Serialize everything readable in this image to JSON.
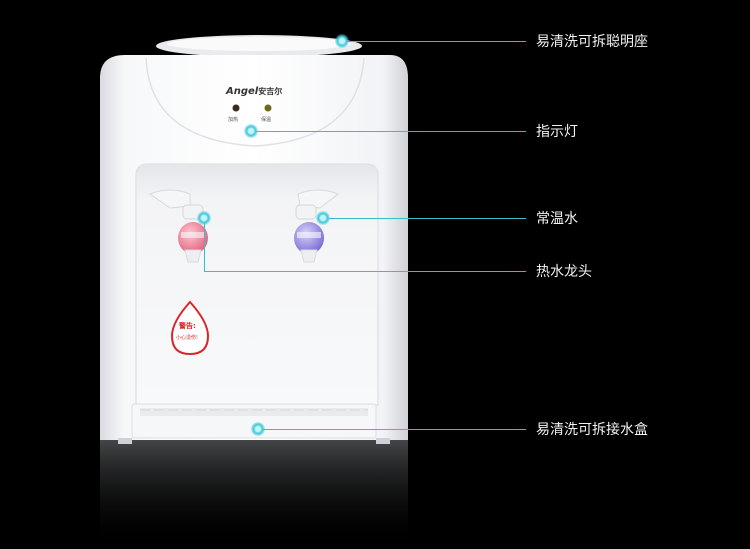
{
  "product": {
    "brand_logo_latin": "Angel",
    "brand_logo_chinese": "安吉尔",
    "indicator_heat_label": "加热",
    "indicator_warm_label": "保温",
    "warning_title": "警告:",
    "warning_text": "小心烫伤!"
  },
  "callouts": [
    {
      "label": "易清洗可拆聪明座"
    },
    {
      "label": "指示灯"
    },
    {
      "label": "常温水"
    },
    {
      "label": "热水龙头"
    },
    {
      "label": "易清洗可拆接水盒"
    }
  ],
  "colors": {
    "background": "#000000",
    "body": "#f4f5f7",
    "accent_line": "#3fb8c9",
    "label_text": "#f2f2f2",
    "hot_tap": "#e8798f",
    "cold_tap": "#8c82d8",
    "warning_red": "#d9262a"
  }
}
